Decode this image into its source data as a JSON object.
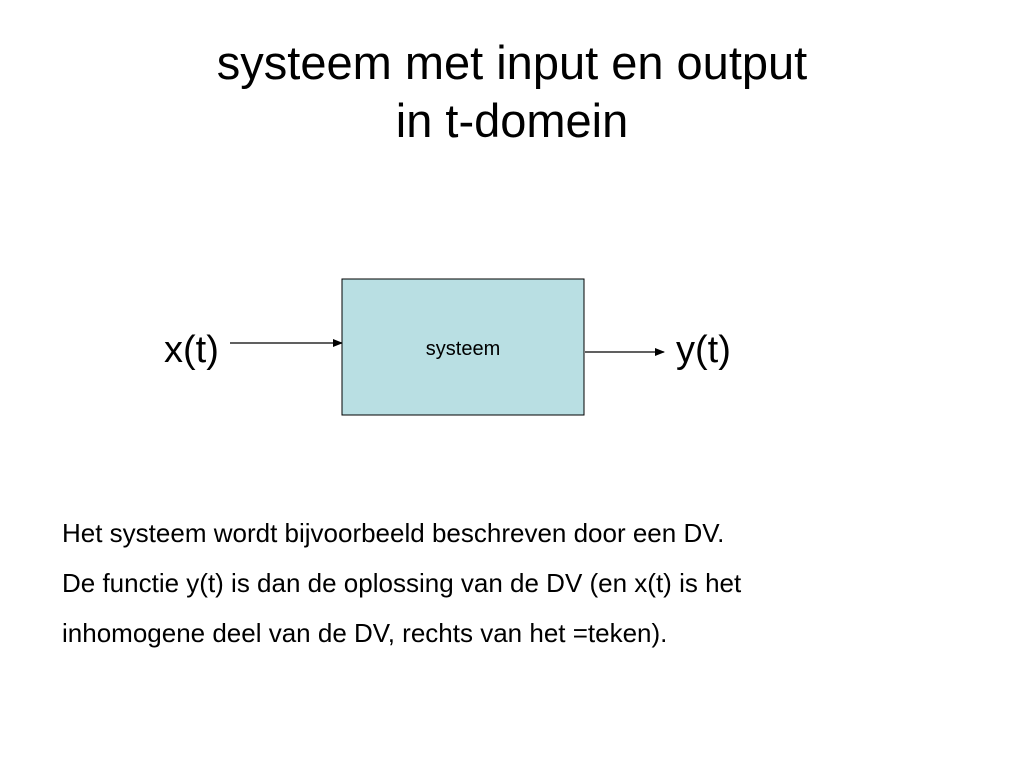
{
  "slide": {
    "title_lines": [
      "systeem met input en output",
      "in t-domein"
    ],
    "body_lines": [
      "Het systeem wordt bijvoorbeeld beschreven door een DV.",
      "De functie y(t) is dan de oplossing van de DV (en x(t) is het",
      "inhomogene deel van de DV, rechts van het =teken)."
    ]
  },
  "diagram": {
    "block_label": "systeem",
    "input_label": "x(t)",
    "output_label": "y(t)",
    "block_fill": "#b9dfe3",
    "stroke_color": "#000000"
  }
}
